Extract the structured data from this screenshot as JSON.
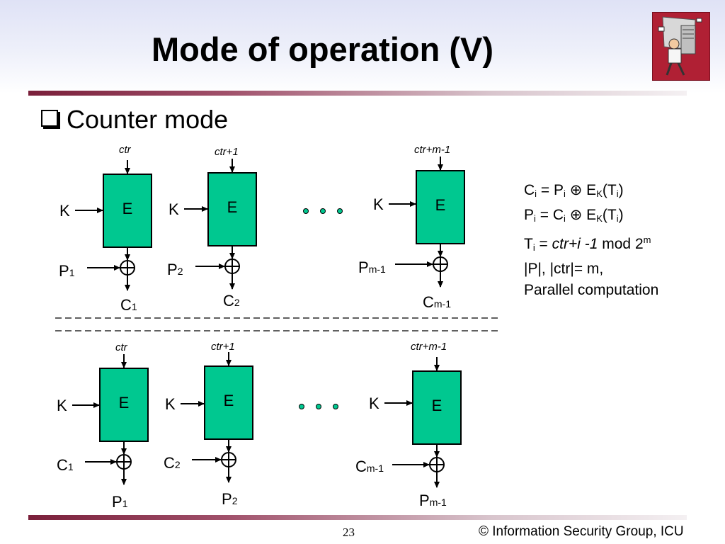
{
  "slide": {
    "title": "Mode of operation (V)",
    "bullet": "Counter mode",
    "page_number": "23",
    "copyright": "© Information Security Group, ICU"
  },
  "diagram": {
    "encryption": {
      "blocks": [
        {
          "ctr": "ctr",
          "box": "E",
          "key": "K",
          "in": "P",
          "in_sub": "1",
          "out": "C",
          "out_sub": "1"
        },
        {
          "ctr": "ctr+1",
          "box": "E",
          "key": "K",
          "in": "P",
          "in_sub": "2",
          "out": "C",
          "out_sub": "2"
        },
        {
          "ctr": "ctr+m-1",
          "box": "E",
          "key": "K",
          "in": "P",
          "in_sub": "m-1",
          "out": "C",
          "out_sub": "m-1"
        }
      ]
    },
    "decryption": {
      "blocks": [
        {
          "ctr": "ctr",
          "box": "E",
          "key": "K",
          "in": "C",
          "in_sub": "1",
          "out": "P",
          "out_sub": "1"
        },
        {
          "ctr": "ctr+1",
          "box": "E",
          "key": "K",
          "in": "C",
          "in_sub": "2",
          "out": "P",
          "out_sub": "2"
        },
        {
          "ctr": "ctr+m-1",
          "box": "E",
          "key": "K",
          "in": "C",
          "in_sub": "m-1",
          "out": "P",
          "out_sub": "m-1"
        }
      ]
    },
    "box_color": "#00c890",
    "formulas": {
      "line1": {
        "a": "C",
        "a_sub": "i",
        "eq": " = ",
        "b": "P",
        "b_sub": "i",
        "op": " ⊕ ",
        "c": "E",
        "c_sub": "K",
        "d": "(T",
        "d_sub": "i",
        "close": ")"
      },
      "line2": {
        "a": "P",
        "a_sub": "i",
        "eq": " = ",
        "b": "C",
        "b_sub": "i",
        "op": " ⊕ ",
        "c": "E",
        "c_sub": "K",
        "d": "(T",
        "d_sub": "i",
        "close": ")"
      },
      "line3": {
        "a": "T",
        "a_sub": "i",
        "eq": " = ",
        "expr": "ctr+i -1",
        "mod": " mod 2",
        "mod_sup": "m"
      },
      "line4": "|P|, |ctr|= m,",
      "line5": "Parallel computation"
    }
  }
}
